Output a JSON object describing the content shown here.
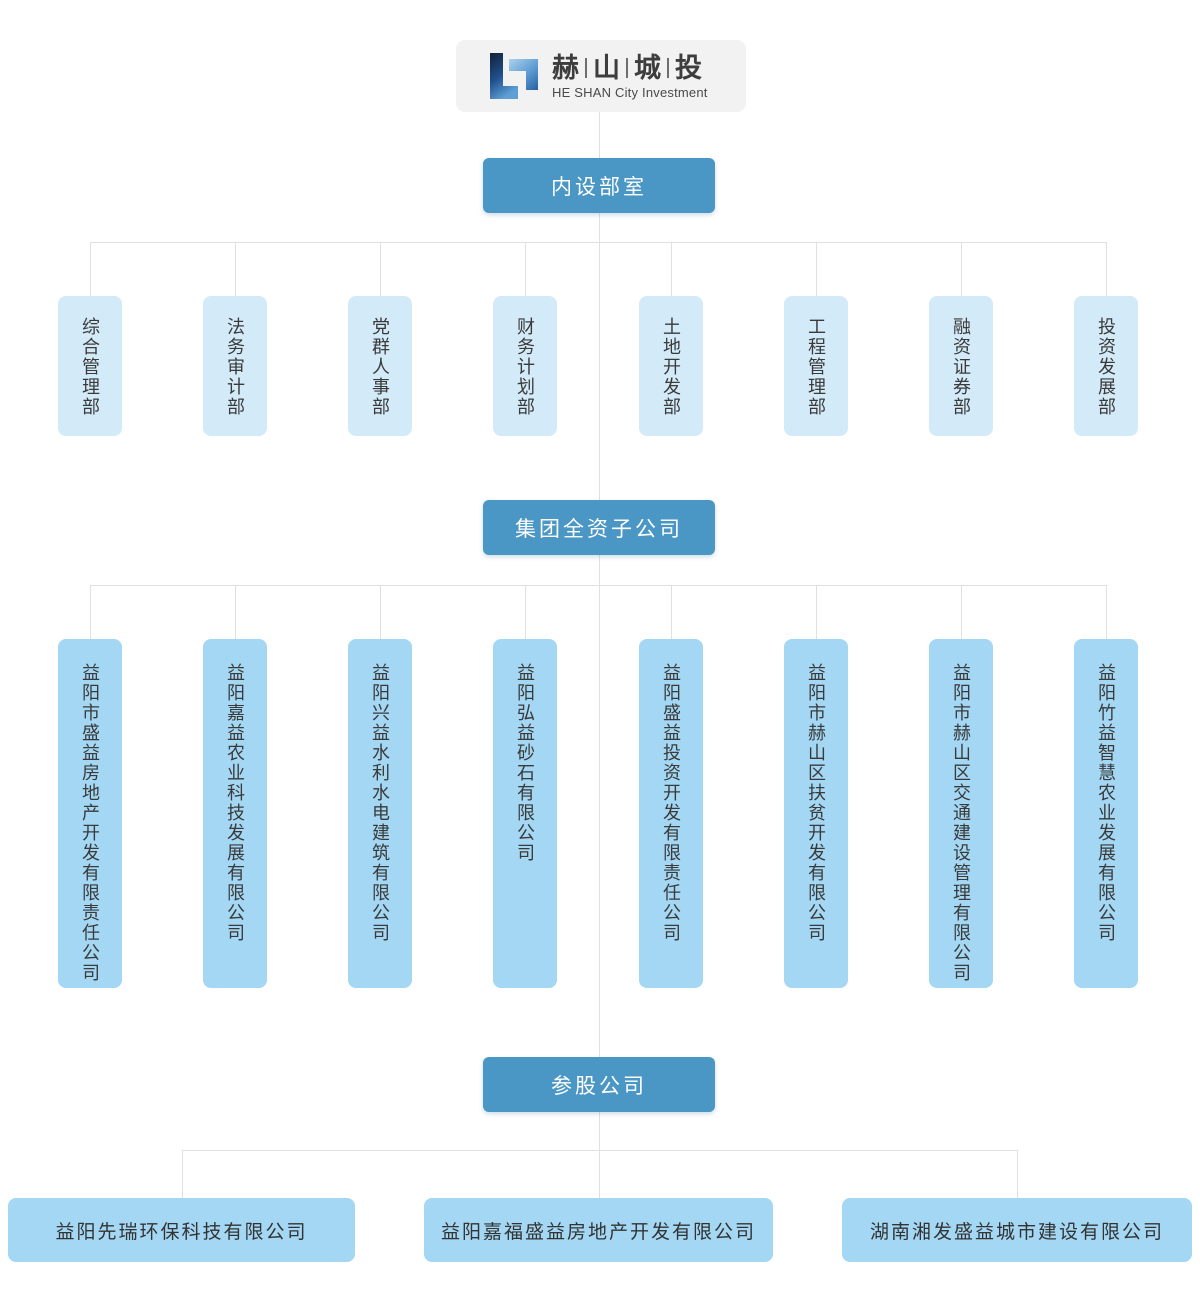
{
  "logo": {
    "chars": [
      "赫",
      "山",
      "城",
      "投"
    ],
    "subtitle": "HE SHAN City Investment",
    "mark": "lh-monogram-icon"
  },
  "sections": {
    "departments": {
      "header": "内设部室",
      "items": [
        "综合管理部",
        "法务审计部",
        "党群人事部",
        "财务计划部",
        "土地开发部",
        "工程管理部",
        "融资证券部",
        "投资发展部"
      ]
    },
    "subsidiaries": {
      "header": "集团全资子公司",
      "items": [
        "益阳市盛益房地产开发有限责任公司",
        "益阳嘉益农业科技发展有限公司",
        "益阳兴益水利水电建筑有限公司",
        "益阳弘益砂石有限公司",
        "益阳盛益投资开发有限责任公司",
        "益阳市赫山区扶贫开发有限公司",
        "益阳市赫山区交通建设管理有限公司",
        "益阳竹益智慧农业发展有限公司"
      ]
    },
    "affiliates": {
      "header": "参股公司",
      "items": [
        "益阳先瑞环保科技有限公司",
        "益阳嘉福盛益房地产开发有限公司",
        "湖南湘发盛益城市建设有限公司"
      ]
    }
  },
  "colors": {
    "header_bg": "#4a96c4",
    "department_bg": "#d3eaf8",
    "company_bg": "#a3d7f3",
    "connector_line": "#e0e0e0",
    "logo_card_bg": "#f2f2f2",
    "logo_navy": "#17233d",
    "logo_blue": "#3f7fc0"
  }
}
